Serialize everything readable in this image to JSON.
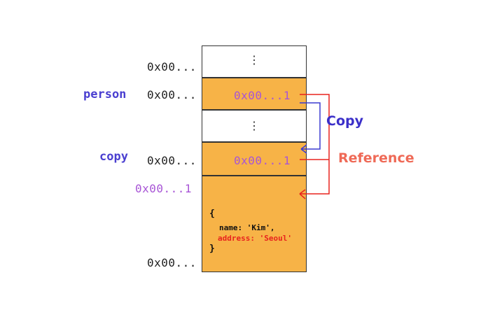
{
  "addresses": {
    "row1": "0x00...",
    "row2": "0x00...",
    "row4": "0x00...",
    "object": "0x00...1",
    "bottom": "0x00..."
  },
  "variables": {
    "person": "person",
    "copy": "copy"
  },
  "cells": {
    "top_ellipsis": "⋮",
    "mid_ellipsis": "⋮",
    "person_value": "0x00...1",
    "copy_value": "0x00...1"
  },
  "object": {
    "open": "{",
    "name_line": "name: 'Kim',",
    "address_line": "address: 'Seoul'",
    "close": "}"
  },
  "labels": {
    "copy": "Copy",
    "reference": "Reference"
  },
  "colors": {
    "variable": "#4a3fd0",
    "address_value": "#a855d6",
    "cell_fill": "#f7b347",
    "copy_arrow": "#3b3bd0",
    "reference_arrow": "#e8231e",
    "reference_label": "#ef6a57",
    "copy_label": "#3b2fc9"
  }
}
